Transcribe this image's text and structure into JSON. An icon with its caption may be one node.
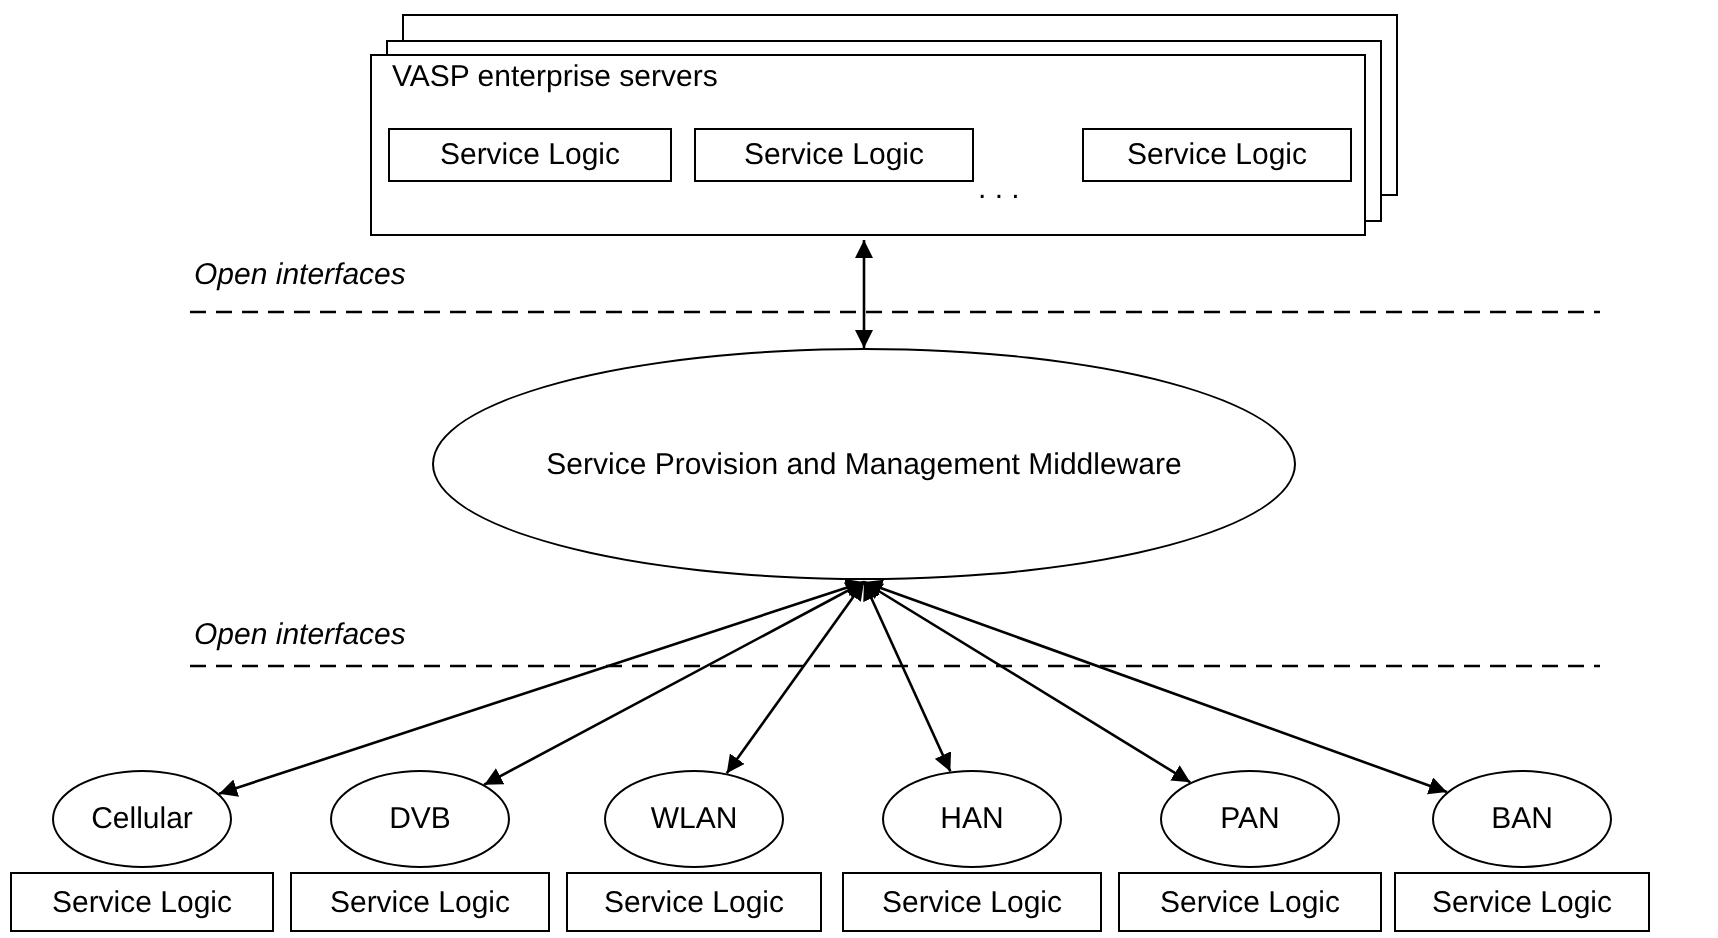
{
  "diagram": {
    "nodes": [
      {
        "text": [
          "VASP enterprise servers"
        ]
      },
      {
        "text": [
          "Service Logic"
        ],
        "in": 0
      },
      {
        "text": [
          "Service Logic"
        ],
        "in": 0
      },
      {
        "text": [
          "Service Logic"
        ],
        "in": 0
      },
      {
        "text": [
          "Service Provision and Management Middleware"
        ]
      },
      {
        "text": [
          "Cellular"
        ]
      },
      {
        "text": [
          "DVB"
        ]
      },
      {
        "text": [
          "WLAN"
        ]
      },
      {
        "text": [
          "HAN"
        ]
      },
      {
        "text": [
          "PAN"
        ]
      },
      {
        "text": [
          "BAN"
        ]
      },
      {
        "text": [
          "Service Logic"
        ]
      },
      {
        "text": [
          "Service Logic"
        ]
      },
      {
        "text": [
          "Service Logic"
        ]
      },
      {
        "text": [
          "Service Logic"
        ]
      },
      {
        "text": [
          "Service Logic"
        ]
      },
      {
        "text": [
          "Service Logic"
        ]
      }
    ],
    "edges": [
      {
        "from": 0,
        "to": 4,
        "arrow": "both"
      },
      {
        "from": 4,
        "to": 5,
        "arrow": "both"
      },
      {
        "from": 4,
        "to": 6,
        "arrow": "both"
      },
      {
        "from": 4,
        "to": 7,
        "arrow": "both"
      },
      {
        "from": 4,
        "to": 8,
        "arrow": "both"
      },
      {
        "from": 4,
        "to": 9,
        "arrow": "both"
      },
      {
        "from": 4,
        "to": 10,
        "arrow": "both"
      }
    ],
    "labels": [
      "Open interfaces",
      ". . .",
      "Open interfaces"
    ]
  }
}
